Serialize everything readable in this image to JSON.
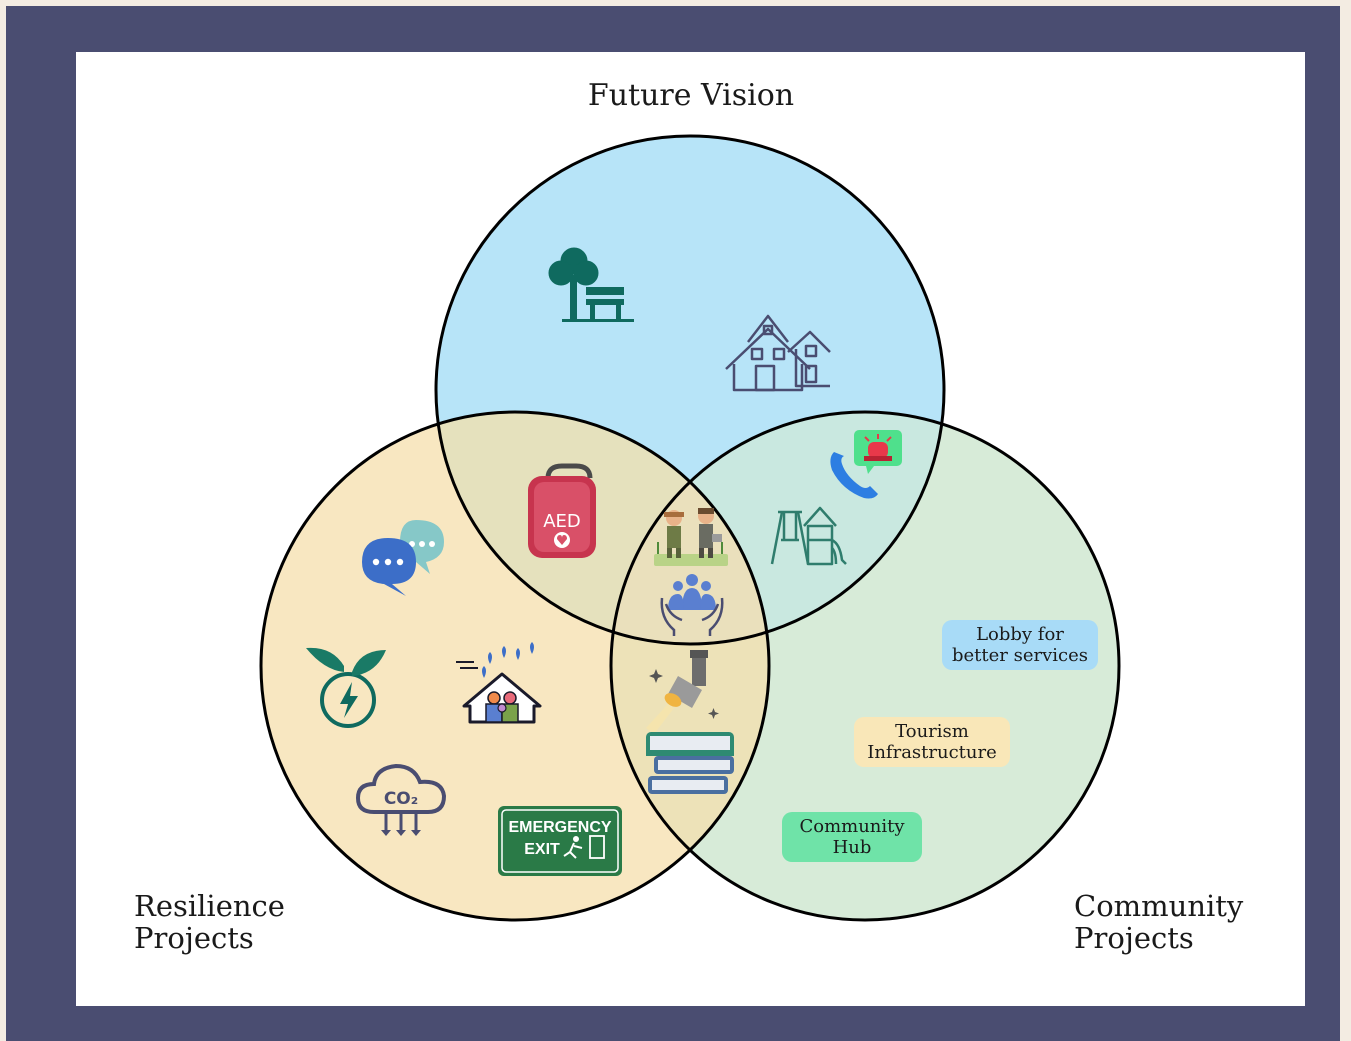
{
  "diagram": {
    "circles": [
      {
        "id": "top",
        "label": "Future Vision",
        "fill": "#b7e4f8"
      },
      {
        "id": "left",
        "label_lines": [
          "Resilience",
          "Projects"
        ],
        "fill": "#f8e7c1"
      },
      {
        "id": "right",
        "label_lines": [
          "Community",
          "Projects"
        ],
        "fill": "#d7ebd8"
      }
    ],
    "overlap_colors": {
      "top_left": "#e5e1bd",
      "top_right": "#c9e8e0",
      "left_right": "#ede2b8",
      "center": "#eae0bc"
    },
    "outline_color": "#000000",
    "tags": [
      {
        "lines": [
          "Lobby for",
          "better services"
        ],
        "color": "#a8dbf7"
      },
      {
        "lines": [
          "Tourism",
          "Infrastructure"
        ],
        "color": "#f9e7b8"
      },
      {
        "lines": [
          "Community",
          "Hub"
        ],
        "color": "#6fe3a8"
      }
    ],
    "icons": {
      "park": "tree-bench-icon",
      "houses": "houses-icon",
      "aed": "aed-kit-icon",
      "emergency_call": "emergency-call-icon",
      "playground": "playground-icon",
      "gardening": "community-gardening-icon",
      "community_care": "community-care-icon",
      "chat": "chat-bubbles-icon",
      "green_energy": "green-energy-icon",
      "storm_shelter": "storm-shelter-icon",
      "co2": "co2-cloud-icon",
      "spotlight": "spotlight-icon",
      "books": "books-icon"
    },
    "aed_text": "AED",
    "co2_text": "CO₂",
    "emergency_exit": {
      "line1": "EMERGENCY",
      "line2": "EXIT"
    }
  }
}
